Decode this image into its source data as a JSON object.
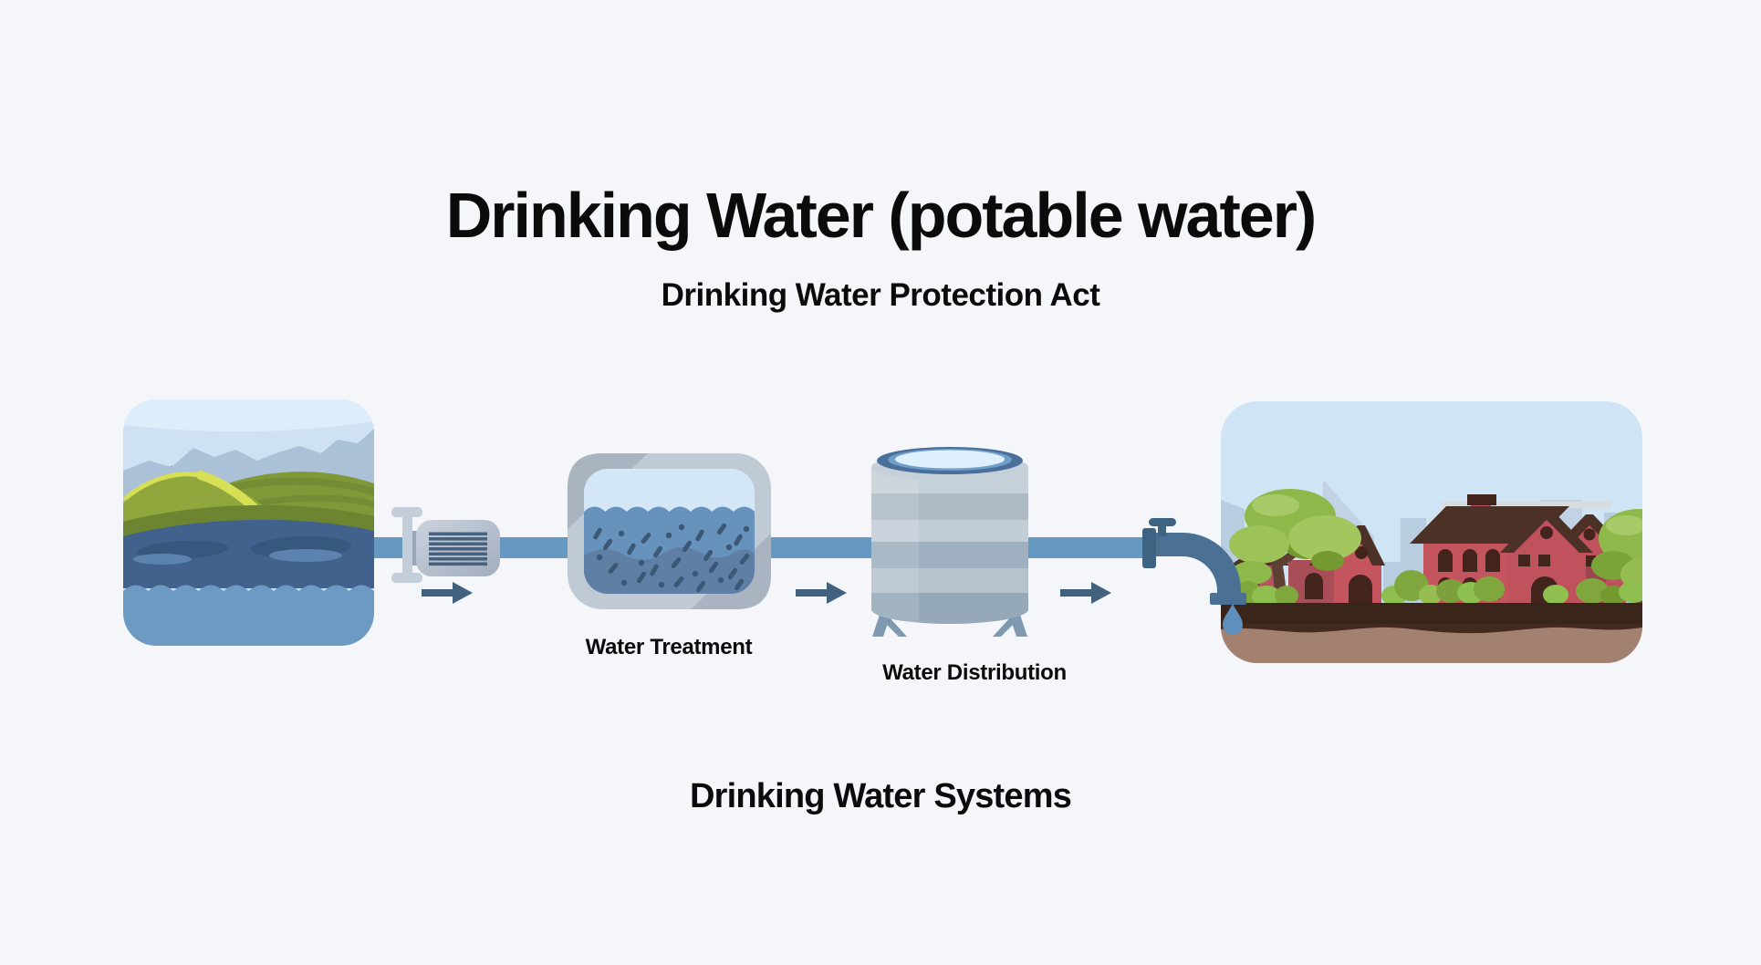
{
  "header": {
    "title": "Drinking Water (potable water)",
    "subtitle": "Drinking Water Protection Act"
  },
  "labels": {
    "treatment": "Water Treatment",
    "distribution": "Water Distribution"
  },
  "footer": {
    "caption": "Drinking Water Systems"
  },
  "icons": {
    "lake": "water-source-lake-illustration",
    "valve": "pipe-valve-icon",
    "pump": "pump-icon",
    "arrow": "flow-arrow-icon",
    "treatment_tank": "treatment-tank-icon",
    "storage_tank": "water-storage-tank-icon",
    "faucet": "faucet-icon",
    "drop": "water-drop-icon",
    "town": "community-illustration"
  },
  "palette": {
    "background": "#f5f6fa",
    "text": "#0b0b0c",
    "pipe": "#6699c2",
    "flow_arrow": "#41617f",
    "faucet": "#4a7093",
    "tank_gray": "#c0cad4",
    "water": "#6792bb",
    "deep_water": "#40628c",
    "hill_green": "#8fa73c",
    "house_red": "#c4545e",
    "roof_brown": "#4c3126",
    "ground": "#3a251b",
    "soil": "#a28170",
    "foliage_green": "#8fb84b",
    "sky": "#cfe4f5"
  }
}
